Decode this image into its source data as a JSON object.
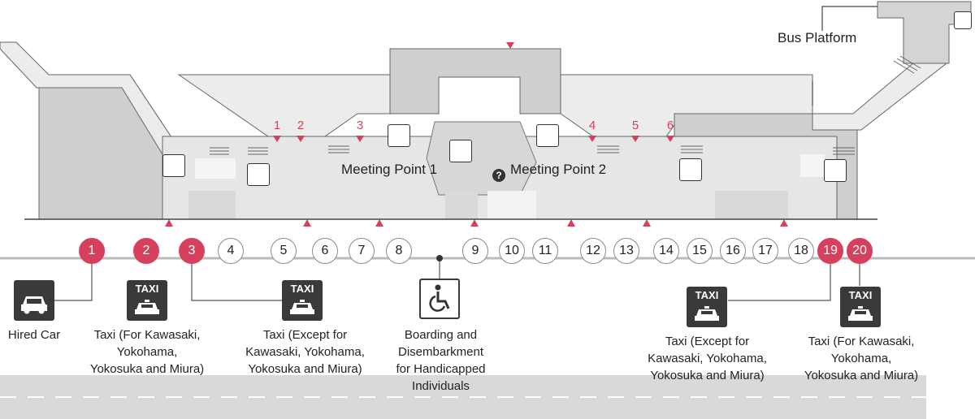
{
  "areas": {
    "bus_platform": "Bus Platform",
    "meeting_point_1": "Meeting Point 1",
    "meeting_point_2": "Meeting Point 2"
  },
  "exits": [
    "1",
    "2",
    "3",
    "4",
    "5",
    "6"
  ],
  "stops": [
    {
      "label": "1",
      "highlight": true
    },
    {
      "label": "2",
      "highlight": true
    },
    {
      "label": "3",
      "highlight": true
    },
    {
      "label": "4",
      "highlight": false
    },
    {
      "label": "5",
      "highlight": false
    },
    {
      "label": "6",
      "highlight": false
    },
    {
      "label": "7",
      "highlight": false
    },
    {
      "label": "8",
      "highlight": false
    },
    {
      "label": "9",
      "highlight": false
    },
    {
      "label": "10",
      "highlight": false
    },
    {
      "label": "11",
      "highlight": false
    },
    {
      "label": "12",
      "highlight": false
    },
    {
      "label": "13",
      "highlight": false
    },
    {
      "label": "14",
      "highlight": false
    },
    {
      "label": "15",
      "highlight": false
    },
    {
      "label": "16",
      "highlight": false
    },
    {
      "label": "17",
      "highlight": false
    },
    {
      "label": "18",
      "highlight": false
    },
    {
      "label": "19",
      "highlight": true
    },
    {
      "label": "20",
      "highlight": true
    }
  ],
  "signs": {
    "taxi_word": "TAXI",
    "help": "?",
    "icons": [
      "car-icon",
      "taxi-icon",
      "wheelchair-icon",
      "elevator-icon",
      "escalator-icon",
      "help-icon"
    ]
  },
  "destinations": {
    "hired_car": "Hired Car",
    "taxi_left_1": [
      "Taxi (For Kawasaki,",
      "Yokohama,",
      "Yokosuka and Miura)"
    ],
    "taxi_left_2": [
      "Taxi (Except for",
      "Kawasaki, Yokohama,",
      "Yokosuka and Miura)"
    ],
    "accessible": [
      "Boarding and",
      "Disembarkment",
      "for Handicapped",
      "Individuals"
    ],
    "taxi_right_1": [
      "Taxi (Except for",
      "Kawasaki, Yokohama,",
      "Yokosuka and Miura)"
    ],
    "taxi_right_2": [
      "Taxi (For Kawasaki,",
      "Yokohama,",
      "Yokosuka and Miura)"
    ]
  },
  "colors": {
    "accent": "#d6405c",
    "building": "#cfcfcf",
    "concourse": "#e6e6e6",
    "road": "#d9d9d9",
    "sign": "#3a3a3a"
  }
}
